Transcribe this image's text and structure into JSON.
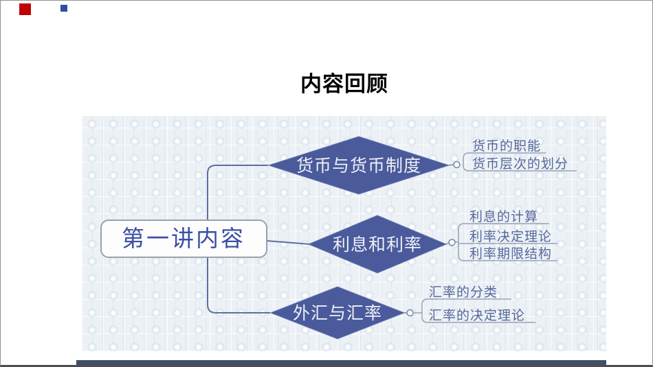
{
  "slide": {
    "title": "内容回顾",
    "decorations": {
      "red_square_color": "#C00000",
      "blue_square_color": "#2F4E9E",
      "bottom_bar_color": "#414E68"
    },
    "colors": {
      "title_text": "#000000",
      "diagram_bg": "#ECF1F5",
      "diamond_fill": "#4A5A9B",
      "diamond_border": "#6272B0",
      "diamond_text": "#EEF0F7",
      "root_box_fill": "#FDFDFE",
      "root_box_border": "#9AA1AB",
      "root_text": "#3B4FA2",
      "branch_text": "#57679B",
      "connector": "#5E6DA0",
      "bracket": "#98A1B8",
      "node_circle_fill": "#F7F9FB",
      "node_circle_border": "#7B87A6"
    },
    "mindmap": {
      "root": "第一讲内容",
      "branches": [
        {
          "label": "货币与货币制度",
          "children": [
            "货币的职能",
            "货币层次的划分"
          ]
        },
        {
          "label": "利息和利率",
          "children": [
            "利息的计算",
            "利率决定理论",
            "利率期限结构"
          ]
        },
        {
          "label": "外汇与汇率",
          "children": [
            "汇率的分类",
            "汇率的决定理论"
          ]
        }
      ]
    }
  }
}
